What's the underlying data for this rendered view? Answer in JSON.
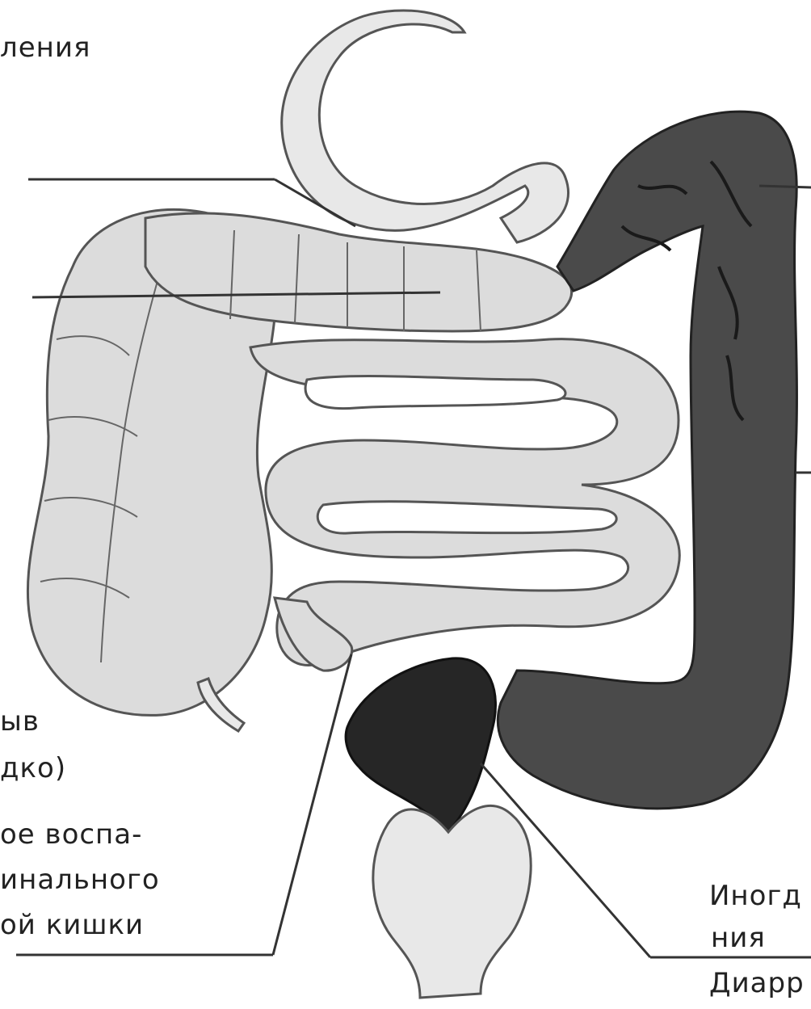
{
  "labels": {
    "top_left": "ления",
    "left_mid_1": "ыв",
    "left_mid_2": "дко)",
    "left_bottom_1": "ое воспа-",
    "left_bottom_2": "инального",
    "left_bottom_3": "ой кишки",
    "right_bottom_1": "Иногд",
    "right_bottom_2": "ния",
    "right_bottom_3": "Диарр"
  },
  "colors": {
    "healthy_tissue": "#dcdcdc",
    "affected_tissue": "#4a4a4a",
    "rectum_affected": "#262626"
  }
}
